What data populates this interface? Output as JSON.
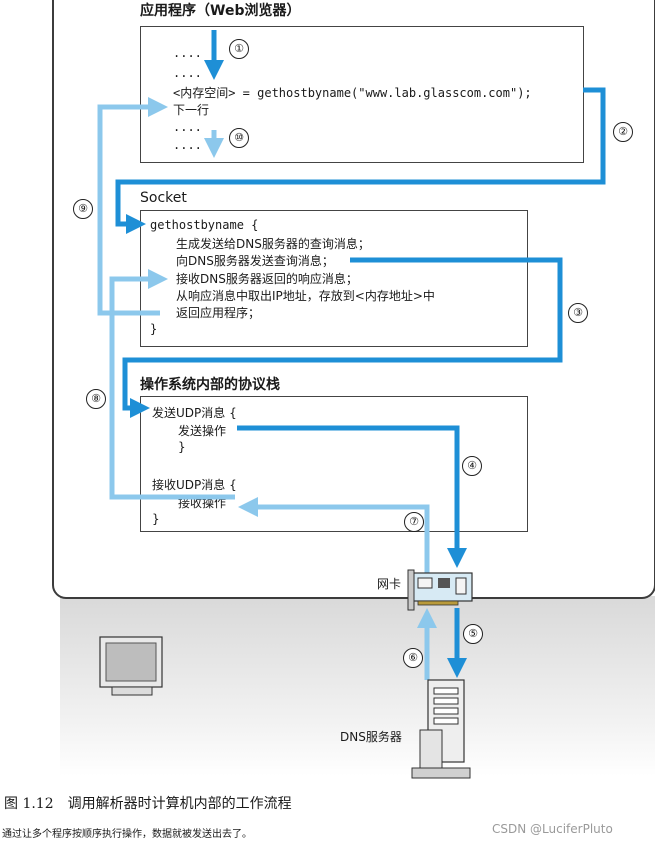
{
  "app": {
    "title": "应用程序（Web浏览器）",
    "lines": [
      "....",
      "....",
      "<内存空间> = gethostbyname(\"www.lab.glasscom.com\");",
      "下一行",
      "....",
      "...."
    ]
  },
  "socket": {
    "title": "Socket",
    "lines": [
      "gethostbyname  {",
      "生成发送给DNS服务器的查询消息；",
      "向DNS服务器发送查询消息；",
      "接收DNS服务器返回的响应消息；",
      "从响应消息中取出IP地址，存放到<内存地址>中",
      "返回应用程序；",
      "}"
    ]
  },
  "os": {
    "title": "操作系统内部的协议栈",
    "lines": [
      "发送UDP消息  {",
      "发送操作",
      "}",
      "接收UDP消息  {",
      "接收操作",
      "}"
    ]
  },
  "labels": {
    "nic": "网卡",
    "dns_server": "DNS服务器"
  },
  "steps": [
    "①",
    "②",
    "③",
    "④",
    "⑤",
    "⑥",
    "⑦",
    "⑧",
    "⑨",
    "⑩"
  ],
  "caption": {
    "figure": "图 1.12　调用解析器时计算机内部的工作流程",
    "subtitle": "通过让多个程序按顺序执行操作，数据就被发送出去了。"
  },
  "watermark": "CSDN @LuciferPluto",
  "colors": {
    "dark_arrow": "#1e8fd6",
    "light_arrow": "#8cc8ec"
  }
}
